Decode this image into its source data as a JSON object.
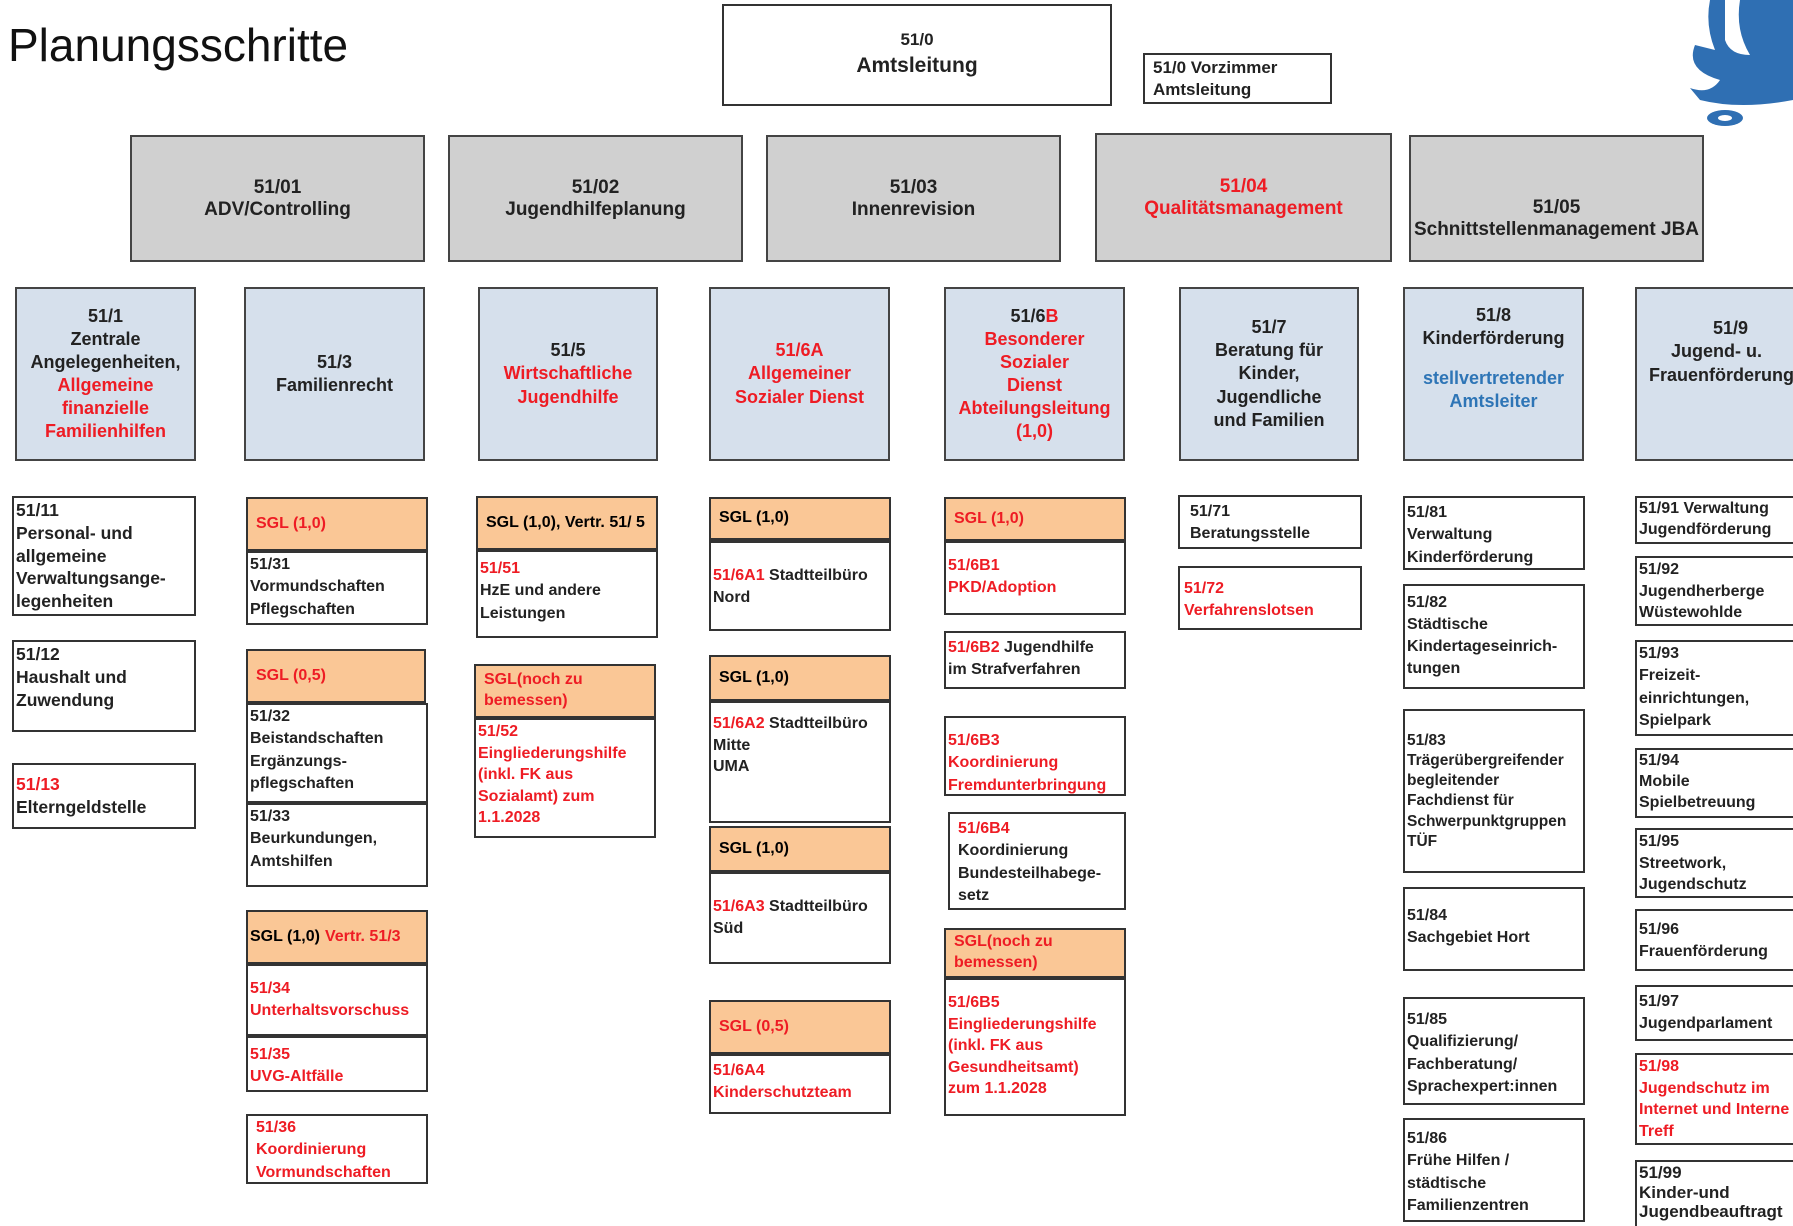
{
  "title": "Planungsschritte",
  "leadership": {
    "code": "51/0",
    "name": "Amtsleitung"
  },
  "vorzimmer": {
    "line1": "51/0 Vorzimmer",
    "line2": "Amtsleitung"
  },
  "staff": [
    {
      "code": "51/01",
      "name": "ADV/Controlling"
    },
    {
      "code": "51/02",
      "name": "Jugendhilfeplanung"
    },
    {
      "code": "51/03",
      "name": "Innenrevision"
    },
    {
      "code": "51/04",
      "name": "Qualitätsmanagement"
    },
    {
      "code": "51/05",
      "name": "Schnittstellenmanagement JBA"
    }
  ],
  "departments": {
    "d1": {
      "l1": "51/1",
      "l2": "Zentrale",
      "l3": "Angelegenheiten,",
      "l4": "Allgemeine",
      "l5": "finanzielle",
      "l6": "Familienhilfen"
    },
    "d3": {
      "l1": "51/3",
      "l2": "Familienrecht"
    },
    "d5": {
      "l1": "51/5",
      "l2": "Wirtschaftliche",
      "l3": "Jugendhilfe"
    },
    "d6a": {
      "l1": "51/6A",
      "l2": "Allgemeiner",
      "l3": "Sozialer Dienst"
    },
    "d6b": {
      "l1a": "51/6",
      "l1b": "B",
      "l2": "Besonderer",
      "l3": "Sozialer",
      "l4": "Dienst",
      "l5": "Abteilungsleitung",
      "l6": "(1,0)"
    },
    "d7": {
      "l1": "51/7",
      "l2": "Beratung für",
      "l3": "Kinder,",
      "l4": "Jugendliche",
      "l5": "und Familien"
    },
    "d8": {
      "l1": "51/8",
      "l2": "Kinderförderung",
      "l3": "stellvertretender",
      "l4": "Amtsleiter"
    },
    "d9": {
      "l1": "51/9",
      "l2": "Jugend- u.",
      "l3": "Frauenförderung"
    }
  },
  "col1": {
    "b11": {
      "l1": "51/11",
      "l2": "Personal- und",
      "l3": "allgemeine",
      "l4": "Verwaltungsange-",
      "l5": "legenheiten"
    },
    "b12": {
      "l1": "51/12",
      "l2": "Haushalt und",
      "l3": "Zuwendung"
    },
    "b13": {
      "l1": "51/13",
      "l2": "Elterngeldstelle"
    }
  },
  "col3": {
    "sgl1": "SGL (1,0)",
    "b31": {
      "l1": "51/31",
      "l2": "Vormundschaften",
      "l3": "Pflegschaften"
    },
    "sgl2": "SGL (0,5)",
    "b32": {
      "l1": "51/32",
      "l2": "Beistandschaften",
      "l3": "Ergänzungs-",
      "l4": "pflegschaften"
    },
    "b33": {
      "l1": "51/33",
      "l2": "Beurkundungen,",
      "l3": "Amtshilfen"
    },
    "sgl3a": "SGL (1,0)",
    "sgl3b": "Vertr. 51/3",
    "b34": {
      "l1": "51/34",
      "l2": "Unterhaltsvorschuss"
    },
    "b35": {
      "l1": "51/35",
      "l2": "UVG-Altfälle"
    },
    "b36": {
      "l1": "51/36",
      "l2": "Koordinierung",
      "l3": "Vormundschaften"
    }
  },
  "col5": {
    "sgl1": "SGL (1,0), Vertr. 51/ 5",
    "b51": {
      "l1": "51/51",
      "l2": "HzE und andere",
      "l3": "Leistungen"
    },
    "sgl2": "SGL(noch zu bemessen)",
    "b52": {
      "l1": "51/52",
      "l2": "Eingliederungshilfe",
      "l3": "(inkl. FK aus",
      "l4": "Sozialamt) zum",
      "l5": "1.1.2028"
    }
  },
  "col6a": {
    "sgl1": "SGL (1,0)",
    "a1": {
      "code": "51/6A1",
      "l1": "Stadtteilbüro",
      "l2": "Nord"
    },
    "sgl2": "SGL (1,0)",
    "a2": {
      "code": "51/6A2",
      "l1": "Stadtteilbüro",
      "l2": "Mitte",
      "l3": "UMA"
    },
    "sgl3": "SGL (1,0)",
    "a3": {
      "code": "51/6A3",
      "l1": "Stadtteilbüro",
      "l2": "Süd"
    },
    "sgl4": "SGL (0,5)",
    "a4": {
      "l1": "51/6A4",
      "l2": "Kinderschutzteam"
    }
  },
  "col6b": {
    "sgl1": "SGL (1,0)",
    "b1": {
      "l1": "51/6B1",
      "l2": "PKD/Adoption"
    },
    "b2": {
      "code": "51/6B2",
      "l1": "Jugendhilfe",
      "l2": "im Strafverfahren"
    },
    "b3": {
      "l1": "51/6B3",
      "l2": "Koordinierung",
      "l3": "Fremdunterbringung"
    },
    "b4": {
      "l1": "51/6B4",
      "l2": "Koordinierung",
      "l3": "Bundesteilhabege-",
      "l4": "setz"
    },
    "sgl2": "SGL(noch zu bemessen)",
    "b5": {
      "l1": "51/6B5",
      "l2": "Eingliederungshilfe",
      "l3": "(inkl. FK aus",
      "l4": "Gesundheitsamt)",
      "l5": "zum 1.1.2028"
    }
  },
  "col7": {
    "b71": {
      "l1": "51/71",
      "l2": "Beratungsstelle"
    },
    "b72": {
      "l1": "51/72",
      "l2": "Verfahrenslotsen"
    }
  },
  "col8": {
    "b81": {
      "l1": "51/81",
      "l2": "Verwaltung",
      "l3": "Kinderförderung"
    },
    "b82": {
      "l1": "51/82",
      "l2": "Städtische",
      "l3": "Kindertageseinrich-",
      "l4": "tungen"
    },
    "b83": {
      "l1": "51/83",
      "l2": "Trägerübergreifender",
      "l3": "begleitender",
      "l4": "Fachdienst für",
      "l5": "Schwerpunktgruppen",
      "l6": "TÜF"
    },
    "b84": {
      "l1": "51/84",
      "l2": "Sachgebiet Hort"
    },
    "b85": {
      "l1": "51/85",
      "l2": "Qualifizierung/",
      "l3": "Fachberatung/",
      "l4": "Sprachexpert:innen"
    },
    "b86": {
      "l1": "51/86",
      "l2": "Frühe Hilfen /",
      "l3": "städtische",
      "l4": "Familienzentren"
    }
  },
  "col9": {
    "b91": {
      "l1": "51/91 Verwaltung",
      "l2": "Jugendförderung"
    },
    "b92": {
      "l1": "51/92",
      "l2": "Jugendherberge",
      "l3": "Wüstewohlde"
    },
    "b93": {
      "l1": "51/93",
      "l2": "Freizeit-",
      "l3": "einrichtungen,",
      "l4": "Spielpark"
    },
    "b94": {
      "l1": "51/94",
      "l2": "Mobile",
      "l3": "Spielbetreuung"
    },
    "b95": {
      "l1": "51/95",
      "l2": "Streetwork,",
      "l3": "Jugendschutz"
    },
    "b96": {
      "l1": "51/96",
      "l2": "Frauenförderung"
    },
    "b97": {
      "l1": "51/97",
      "l2": "Jugendparlament"
    },
    "b98": {
      "l1": "51/98",
      "l2": "Jugendschutz im",
      "l3": "Internet und Interne",
      "l4": "Treff"
    },
    "b99": {
      "l1": "51/99",
      "l2": "Kinder-und",
      "l3": "Jugendbeauftragt"
    }
  },
  "colors": {
    "red": "#ee1c24",
    "blue": "#2e75b6",
    "staff_bg": "#d0d0d0",
    "dept_bg": "#d6e0ec",
    "sgl_bg": "#fac796",
    "logo": "#2f6fb3"
  }
}
